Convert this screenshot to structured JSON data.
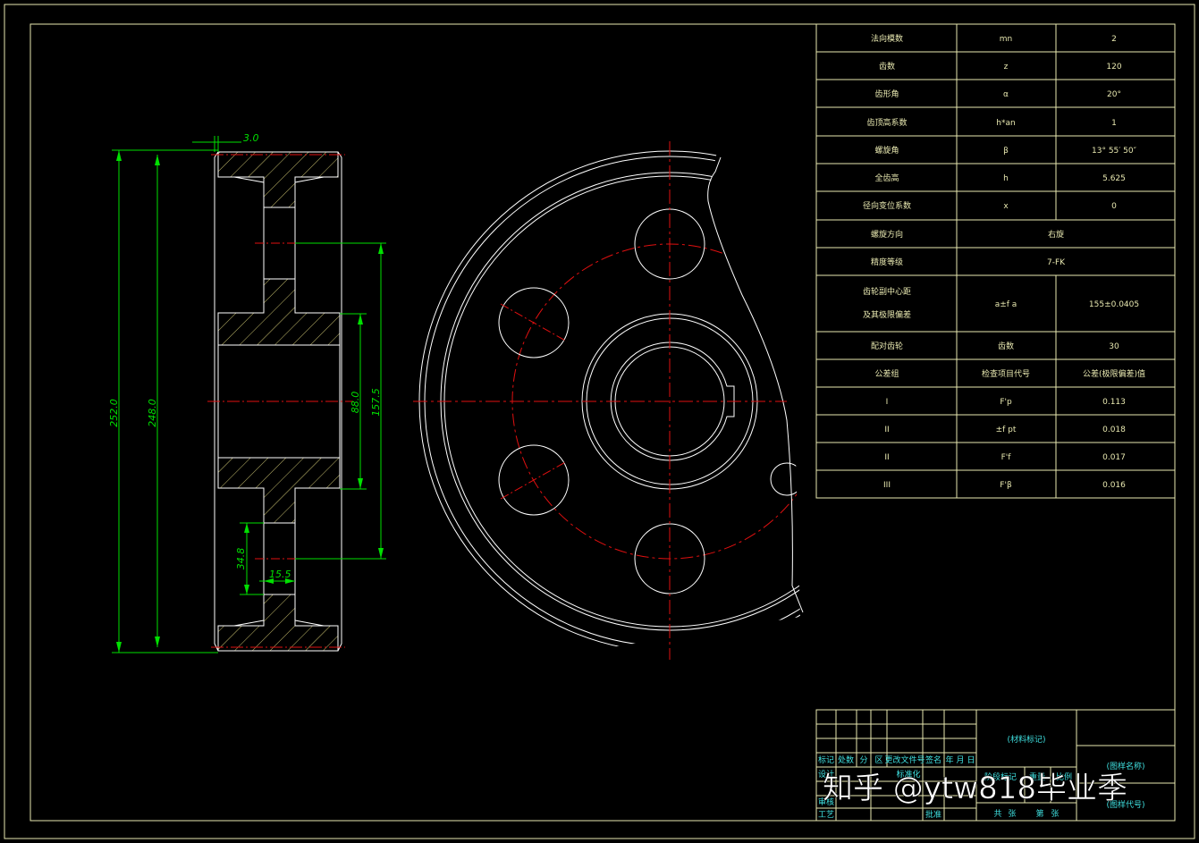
{
  "colors": {
    "background": "#000000",
    "outline": "#ffffff",
    "frame": "#e8e8b0",
    "centerline": "#e01010",
    "dimension": "#00e000",
    "text_cyan": "#3fe0e0",
    "hatch": "#c8c070"
  },
  "dimensions": {
    "rim_width": "3.0",
    "outer_diameter": "252.0",
    "pitch_diameter": "248.0",
    "bore_diameter": "88.0",
    "hub_circle": "157.5",
    "hole_size": "34.8",
    "web_thickness": "15.5"
  },
  "param_table": [
    {
      "name": "法向模数",
      "symbol": "mn",
      "value": "2"
    },
    {
      "name": "齿数",
      "symbol": "z",
      "value": "120"
    },
    {
      "name": "齿形角",
      "symbol": "α",
      "value": "20°"
    },
    {
      "name": "齿顶高系数",
      "symbol": "h*an",
      "value": "1"
    },
    {
      "name": "螺旋角",
      "symbol": "β",
      "value": "13° 55′ 50″"
    },
    {
      "name": "全齿高",
      "symbol": "h",
      "value": "5.625"
    },
    {
      "name": "径向变位系数",
      "symbol": "x",
      "value": "0"
    },
    {
      "name": "螺旋方向",
      "symbol": "",
      "value": "右旋"
    },
    {
      "name": "精度等级",
      "symbol": "",
      "value": "7-FK"
    },
    {
      "name": "齿轮副中心距",
      "name2": "及其极限偏差",
      "symbol": "a±f a",
      "value": "155±0.0405"
    },
    {
      "name": "配对齿轮",
      "symbol": "齿数",
      "value": "30"
    },
    {
      "name": "公差组",
      "symbol": "检查项目代号",
      "value": "公差(极限偏差)值"
    },
    {
      "name": "I",
      "symbol": "F'p",
      "value": "0.113"
    },
    {
      "name": "II",
      "symbol": "±f pt",
      "value": "0.018"
    },
    {
      "name": "II",
      "symbol": "F'f",
      "value": "0.017"
    },
    {
      "name": "III",
      "symbol": "F'β",
      "value": "0.016"
    }
  ],
  "title_block": {
    "material": "(材料标记)",
    "drawing_name": "(图样名称)",
    "drawing_code": "(图样代号)",
    "row_labels": [
      "标记",
      "处数",
      "分",
      "区",
      "更改文件号",
      "签名",
      "年",
      "月",
      "日"
    ],
    "design": "设计",
    "standard": "标准化",
    "review": "审核",
    "process": "工艺",
    "approve": "批准",
    "stage": "阶段标记",
    "weight": "重量",
    "scale": "比例",
    "total": "共",
    "sheet": "张",
    "page": "第",
    "page2": "张"
  },
  "watermark": "知乎 @ytw818毕业季"
}
